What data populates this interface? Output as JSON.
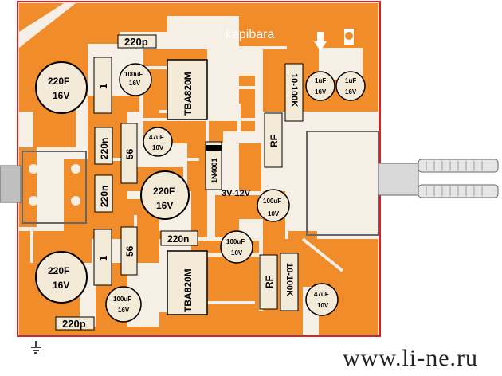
{
  "brand": "kapibara",
  "watermark": "www.li-ne.ru",
  "colors": {
    "copper": "#f08c2a",
    "border": "#e0201e",
    "substrate": "#f6efe6",
    "part_fill": "#f4ead8",
    "red_marker": "#d8201e"
  },
  "labels": {
    "c220p_top": "220p",
    "c220p_bottom": "220p",
    "ic_top": "TBA820M",
    "ic_bottom": "TBA820M",
    "c220f_top": "220F",
    "v16_top": "16V",
    "c220f_left_bottom": "220F",
    "v16_left_bottom": "16V",
    "c220f_mid": "220F",
    "v16_mid": "16V",
    "r1_top": "1",
    "r1_bottom": "1",
    "c220n_a": "220n",
    "c220n_b": "220n",
    "c220n_c": "220n",
    "r56_top": "56",
    "r56_bottom": "56",
    "c100uf_a": "100uF",
    "v16_a": "16V",
    "c47uf_a": "47uF",
    "v10_a": "10V",
    "diode": "1N4001",
    "supply": "3V-12V",
    "c100uf_b": "100uF",
    "v10_b": "10V",
    "c100uf_c": "100uF",
    "v10_c": "10V",
    "c100uf_d": "100uF",
    "v16_d": "16V",
    "c47uf_b": "47uF",
    "v10_d": "10V",
    "rf_top": "RF",
    "rf_bottom": "RF",
    "r10_100k_top": "10-100K",
    "r10_100k_bottom": "10-100K",
    "c1uf_a": "1uF",
    "v16_e": "16V",
    "c1uf_b": "1uF",
    "v16_f": "16V"
  },
  "icons": [
    "ground-symbol",
    "input-jack",
    "potentiometer",
    "audio-output-arrow"
  ]
}
